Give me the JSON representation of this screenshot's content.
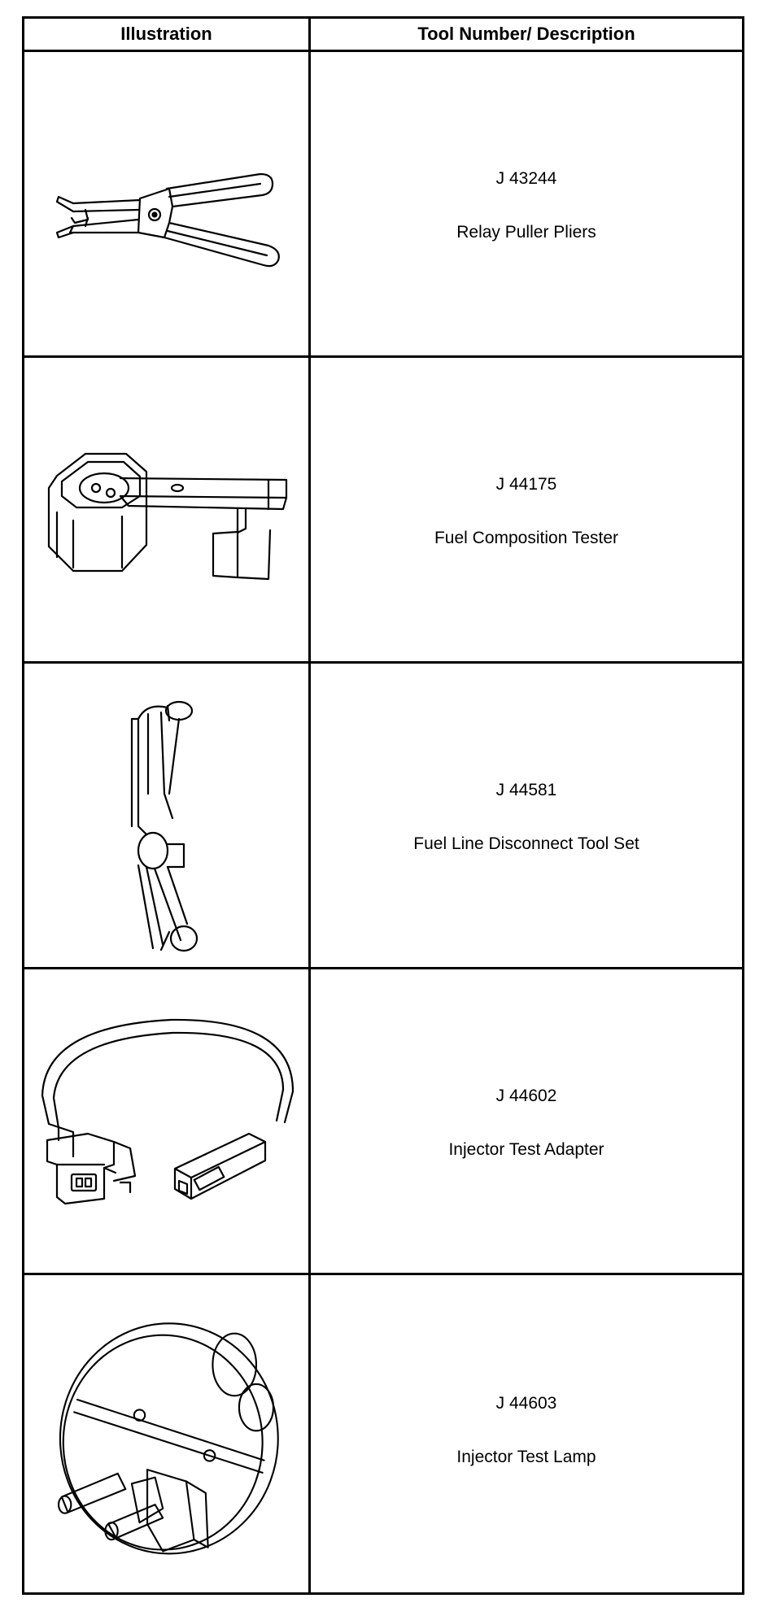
{
  "header": {
    "col_illustration": "Illustration",
    "col_tool": "Tool Number/ Description"
  },
  "tools": [
    {
      "number": "J 43244",
      "description": "Relay Puller Pliers",
      "icon": "relay-puller-pliers-icon"
    },
    {
      "number": "J 44175",
      "description": "Fuel Composition Tester",
      "icon": "fuel-composition-tester-icon"
    },
    {
      "number": "J 44581",
      "description": "Fuel Line Disconnect Tool Set",
      "icon": "fuel-line-disconnect-tool-icon"
    },
    {
      "number": "J 44602",
      "description": "Injector Test Adapter",
      "icon": "injector-test-adapter-icon"
    },
    {
      "number": "J 44603",
      "description": "Injector Test Lamp",
      "icon": "injector-test-lamp-icon"
    }
  ]
}
